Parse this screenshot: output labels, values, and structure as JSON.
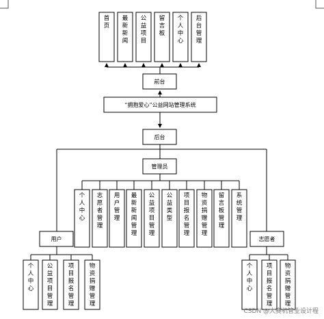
{
  "diagram": {
    "frontend": {
      "label": "前台",
      "pages": [
        "首页",
        "最新新闻",
        "公益项目",
        "留言板",
        "个人中心",
        "后台管理"
      ]
    },
    "system": {
      "label": "“拥抱爱心”公益网站管理系统"
    },
    "backend": {
      "label": "后台"
    },
    "admin": {
      "label": "管理员",
      "modules": [
        "个人中心",
        "志愿者管理",
        "用户管理",
        "最新新闻管理",
        "公益项目管理",
        "公益类型",
        "项目报名管理",
        "物资捐赠管理",
        "留言板管理",
        "系统管理"
      ]
    },
    "user": {
      "label": "用户",
      "modules": [
        "个人中心",
        "公益项目管理",
        "项目报名管理",
        "物资捐赠管理"
      ]
    },
    "volunteer": {
      "label": "志愿者",
      "modules": [
        "个人中心",
        "项目报名管理",
        "物资捐赠管理"
      ]
    }
  },
  "watermark": "CSDN @大赛机管业设计程"
}
